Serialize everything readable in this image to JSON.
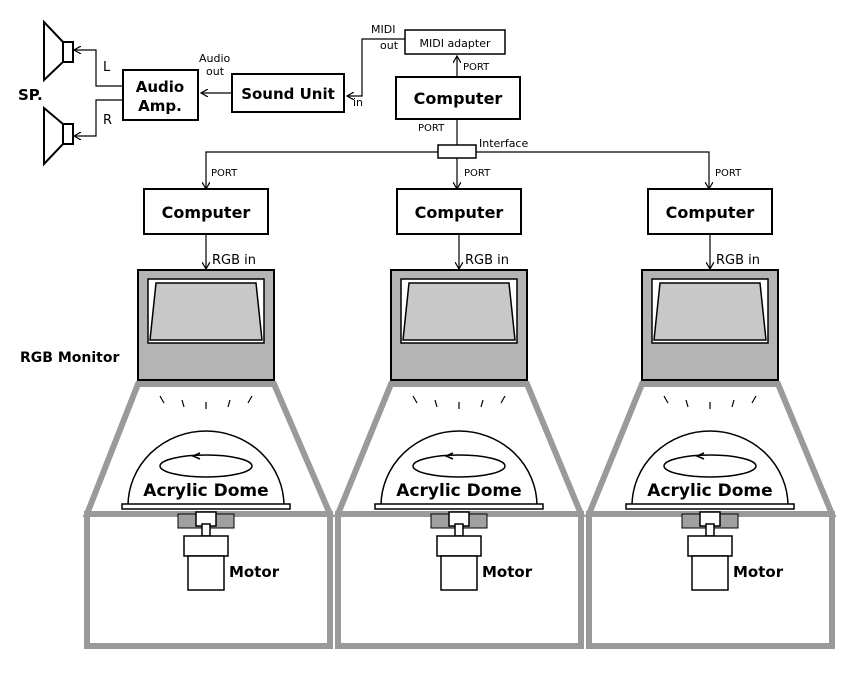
{
  "speaker": {
    "label": "SP.",
    "left": "L",
    "right": "R"
  },
  "audio_amp": {
    "line1": "Audio",
    "line2": "Amp."
  },
  "audio_out": {
    "line1": "Audio",
    "line2": "out"
  },
  "sound_unit": {
    "label": "Sound Unit",
    "in": "in"
  },
  "midi": {
    "line1": "MIDI",
    "line2": "out",
    "adapter": "MIDI adapter",
    "port": "PORT"
  },
  "main_computer": {
    "label": "Computer",
    "port": "PORT"
  },
  "interface": {
    "label": "Interface"
  },
  "port_label": "PORT",
  "rgb_in": "RGB in",
  "rgb_monitor": "RGB Monitor",
  "units": [
    {
      "computer": "Computer",
      "dome": "Acrylic Dome",
      "motor": "Motor"
    },
    {
      "computer": "Computer",
      "dome": "Acrylic Dome",
      "motor": "Motor"
    },
    {
      "computer": "Computer",
      "dome": "Acrylic Dome",
      "motor": "Motor"
    }
  ],
  "colors": {
    "line": "#000000",
    "frame": "#9a9a9a",
    "monitor": "#b4b4b4",
    "screen": "#c8c8c8"
  }
}
